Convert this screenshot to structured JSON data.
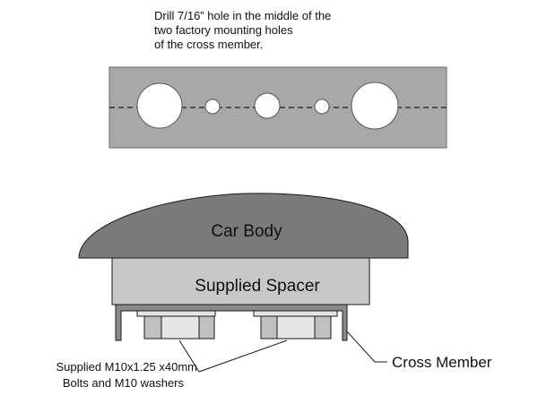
{
  "instructions": [
    "Drill 7/16” hole in the middle of the",
    "two factory mounting holes",
    "of the cross member."
  ],
  "labels": {
    "car_body": "Car Body",
    "spacer": "Supplied Spacer",
    "cross_member": "Cross Member",
    "bolts_line1": "Supplied M10x1.25 x40mm",
    "bolts_line2": "Bolts and M10 washers"
  },
  "colors": {
    "car_body": "#7a7a7a",
    "spacer": "#c8c8c8",
    "plate": "#a8a8a8",
    "bolt": "#dcdcdc",
    "outline": "#1a1a1a"
  }
}
